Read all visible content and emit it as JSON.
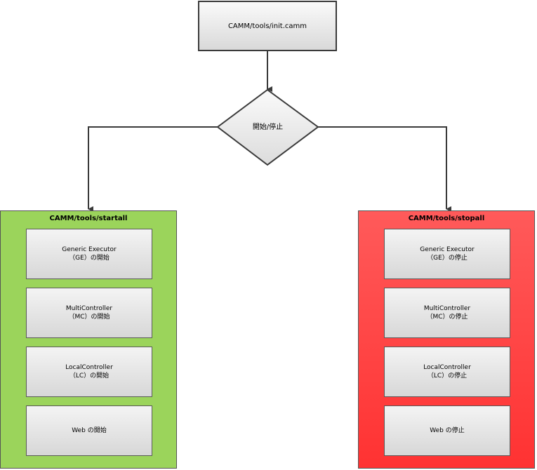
{
  "top": {
    "label": "CAMM/tools/init.camm"
  },
  "decision": {
    "label": "開始/停止"
  },
  "start_group": {
    "title": "CAMM/tools/startall",
    "steps": [
      {
        "line1": "Generic Executor",
        "line2": "（GE）の開始"
      },
      {
        "line1": "MultiController",
        "line2": "（MC）の開始"
      },
      {
        "line1": "LocalController",
        "line2": "（LC）の開始"
      },
      {
        "line1": "Web の開始",
        "line2": ""
      }
    ]
  },
  "stop_group": {
    "title": "CAMM/tools/stopall",
    "steps": [
      {
        "line1": "Generic Executor",
        "line2": "（GE）の停止"
      },
      {
        "line1": "MultiController",
        "line2": "（MC）の停止"
      },
      {
        "line1": "LocalController",
        "line2": "（LC）の停止"
      },
      {
        "line1": "Web の停止",
        "line2": ""
      }
    ]
  },
  "colors": {
    "start_fill": "#9bd45b",
    "stop_fill": "#ff4646",
    "line": "#3a3a3a"
  }
}
